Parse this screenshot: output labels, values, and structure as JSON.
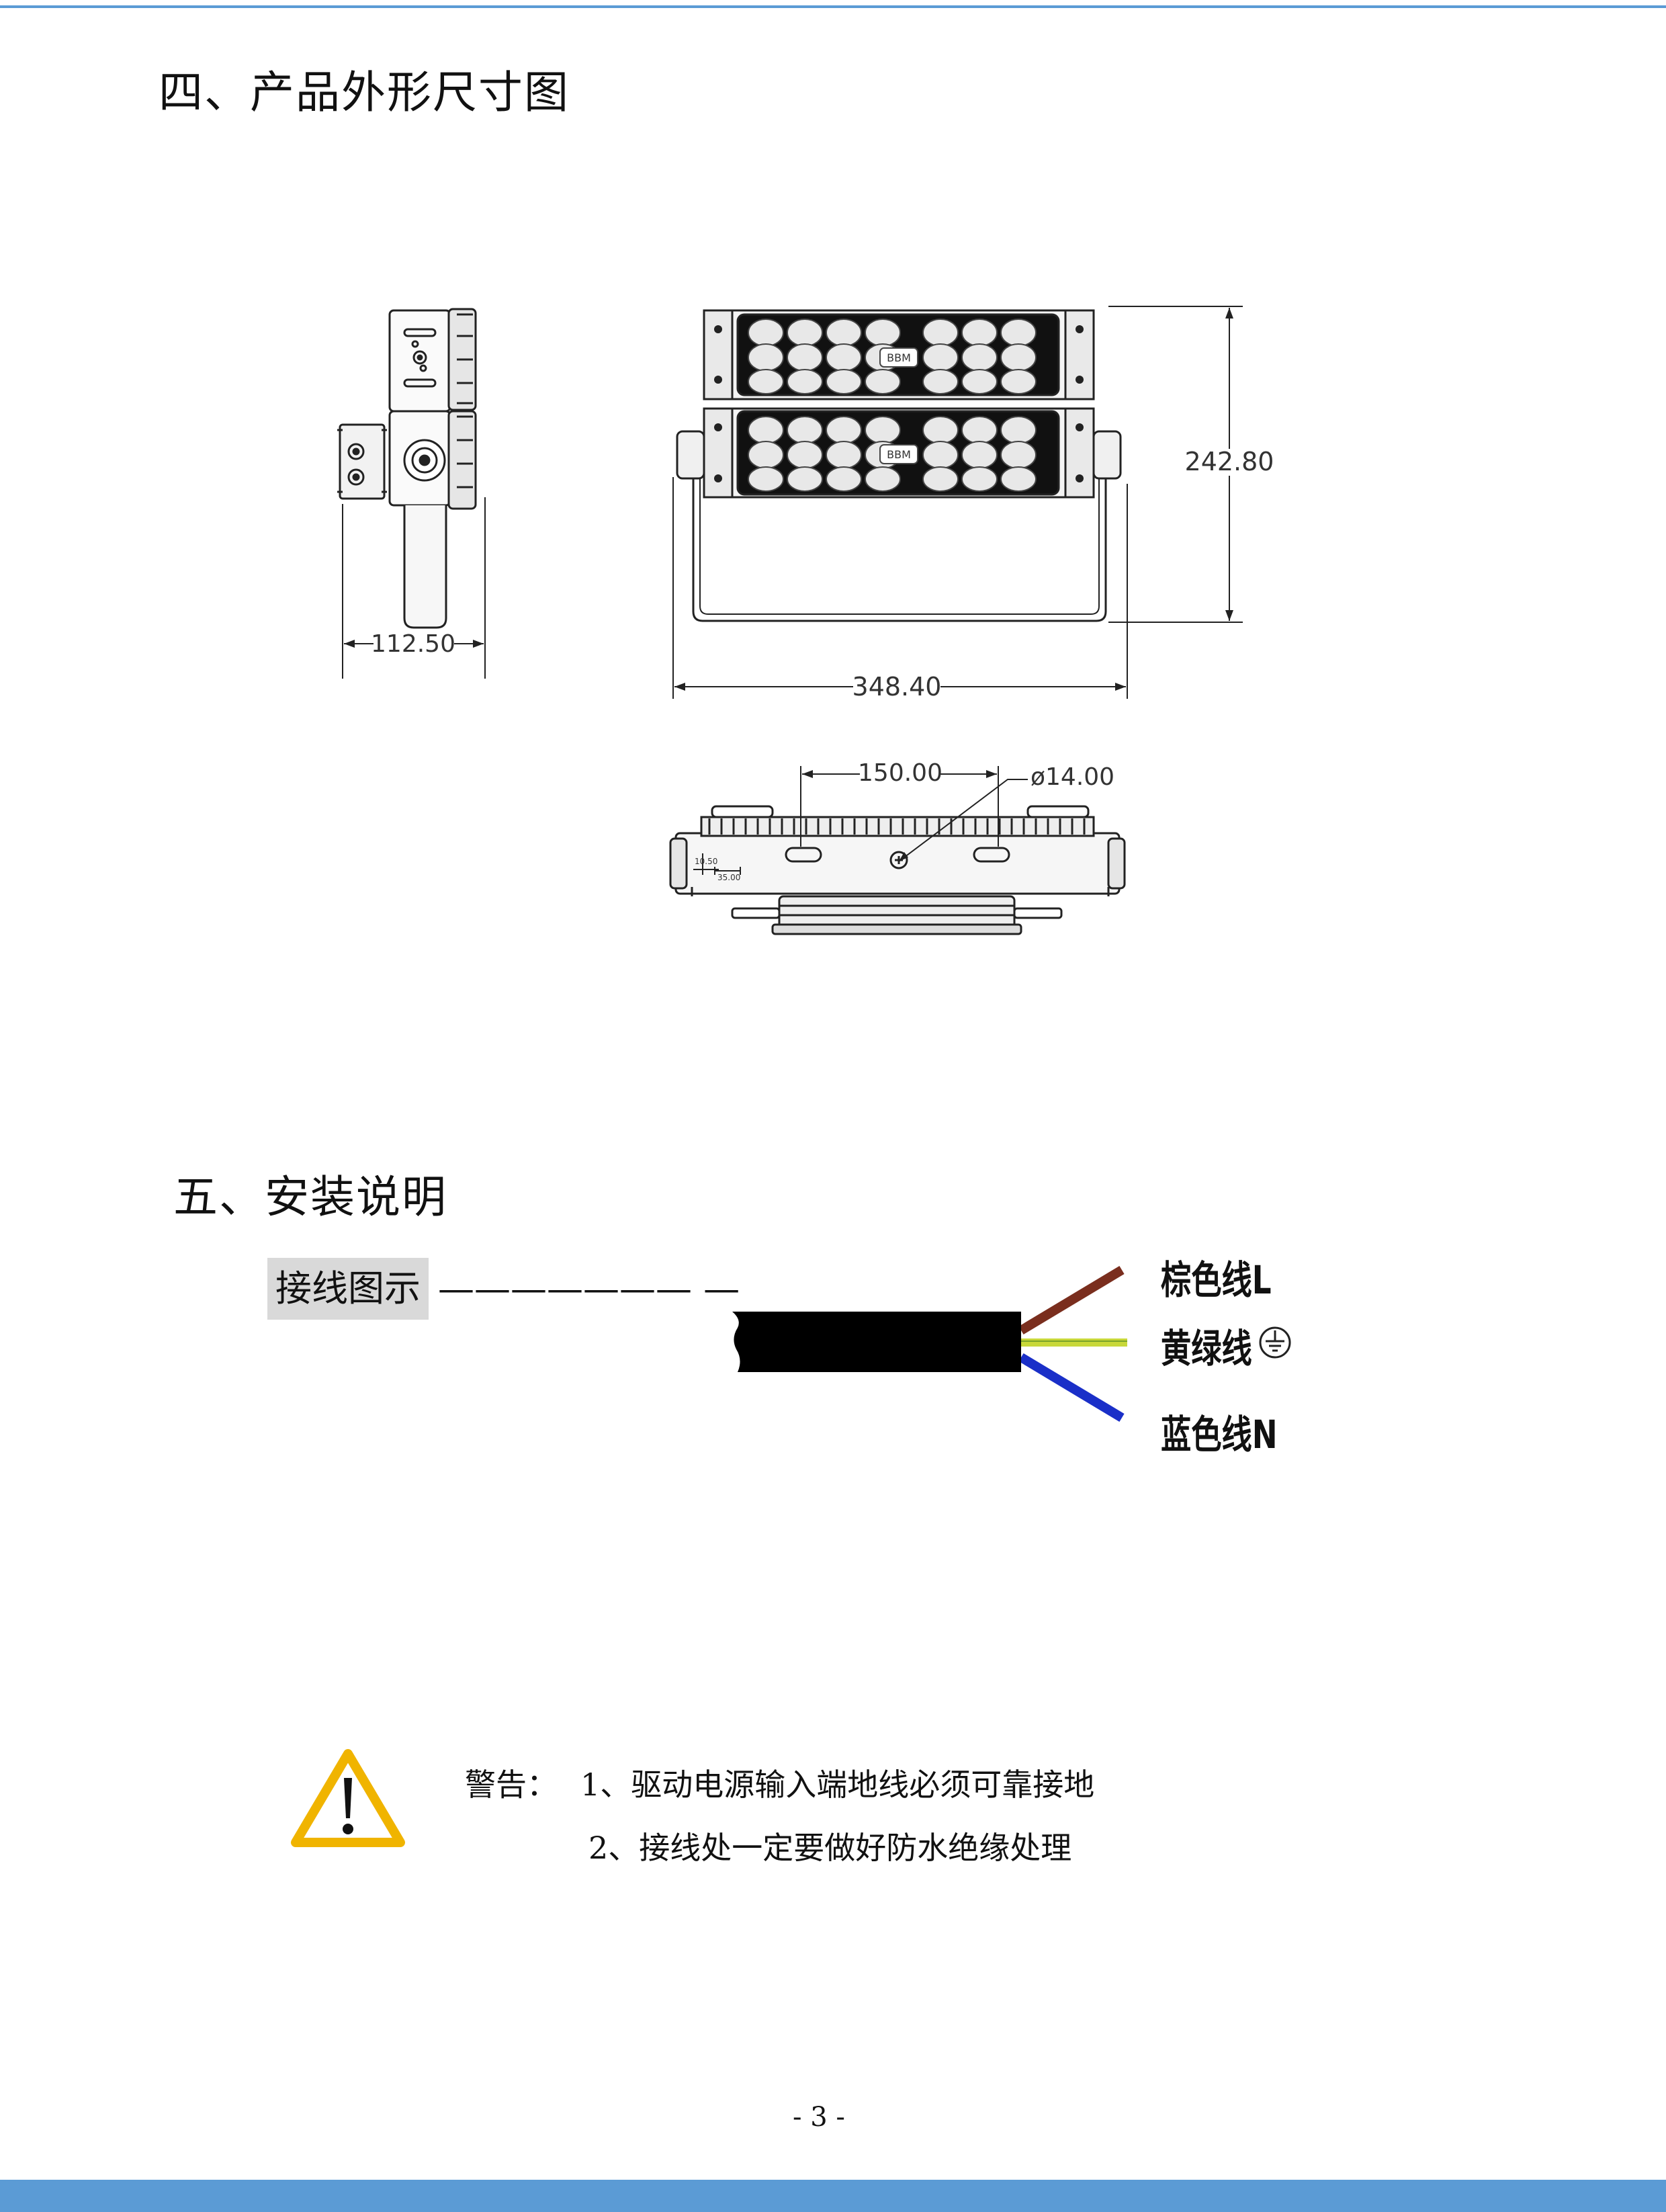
{
  "section4": {
    "title": "四、产品外形尺寸图"
  },
  "dimensions": {
    "side_width": "112.50",
    "front_width": "348.40",
    "front_height": "242.80",
    "hole_spacing": "150.00",
    "hole_diameter": "ø14.00",
    "small_dim_a": "10.50",
    "small_dim_b": "35.00",
    "logo_text": "BBM"
  },
  "section5": {
    "title": "五、安装说明"
  },
  "wiring": {
    "label": "接线图示",
    "dashes": "——————— —",
    "wires": [
      {
        "label": "棕色线L",
        "color": "#7a2e1e"
      },
      {
        "label": "黄绿线",
        "color": "#c8d83a",
        "symbol": "ground-symbol"
      },
      {
        "label": "蓝色线N",
        "color": "#1a2fc8"
      }
    ],
    "cable_color": "#000000"
  },
  "warning": {
    "prefix": "警告：",
    "line1": "1、驱动电源输入端地线必须可靠接地",
    "line2": "2、接线处一定要做好防水绝缘处理",
    "icon": "warning-triangle-icon",
    "icon_color": "#f0b400"
  },
  "footer": {
    "page": "- 3 -"
  },
  "colors": {
    "rule": "#5b9bd5"
  }
}
